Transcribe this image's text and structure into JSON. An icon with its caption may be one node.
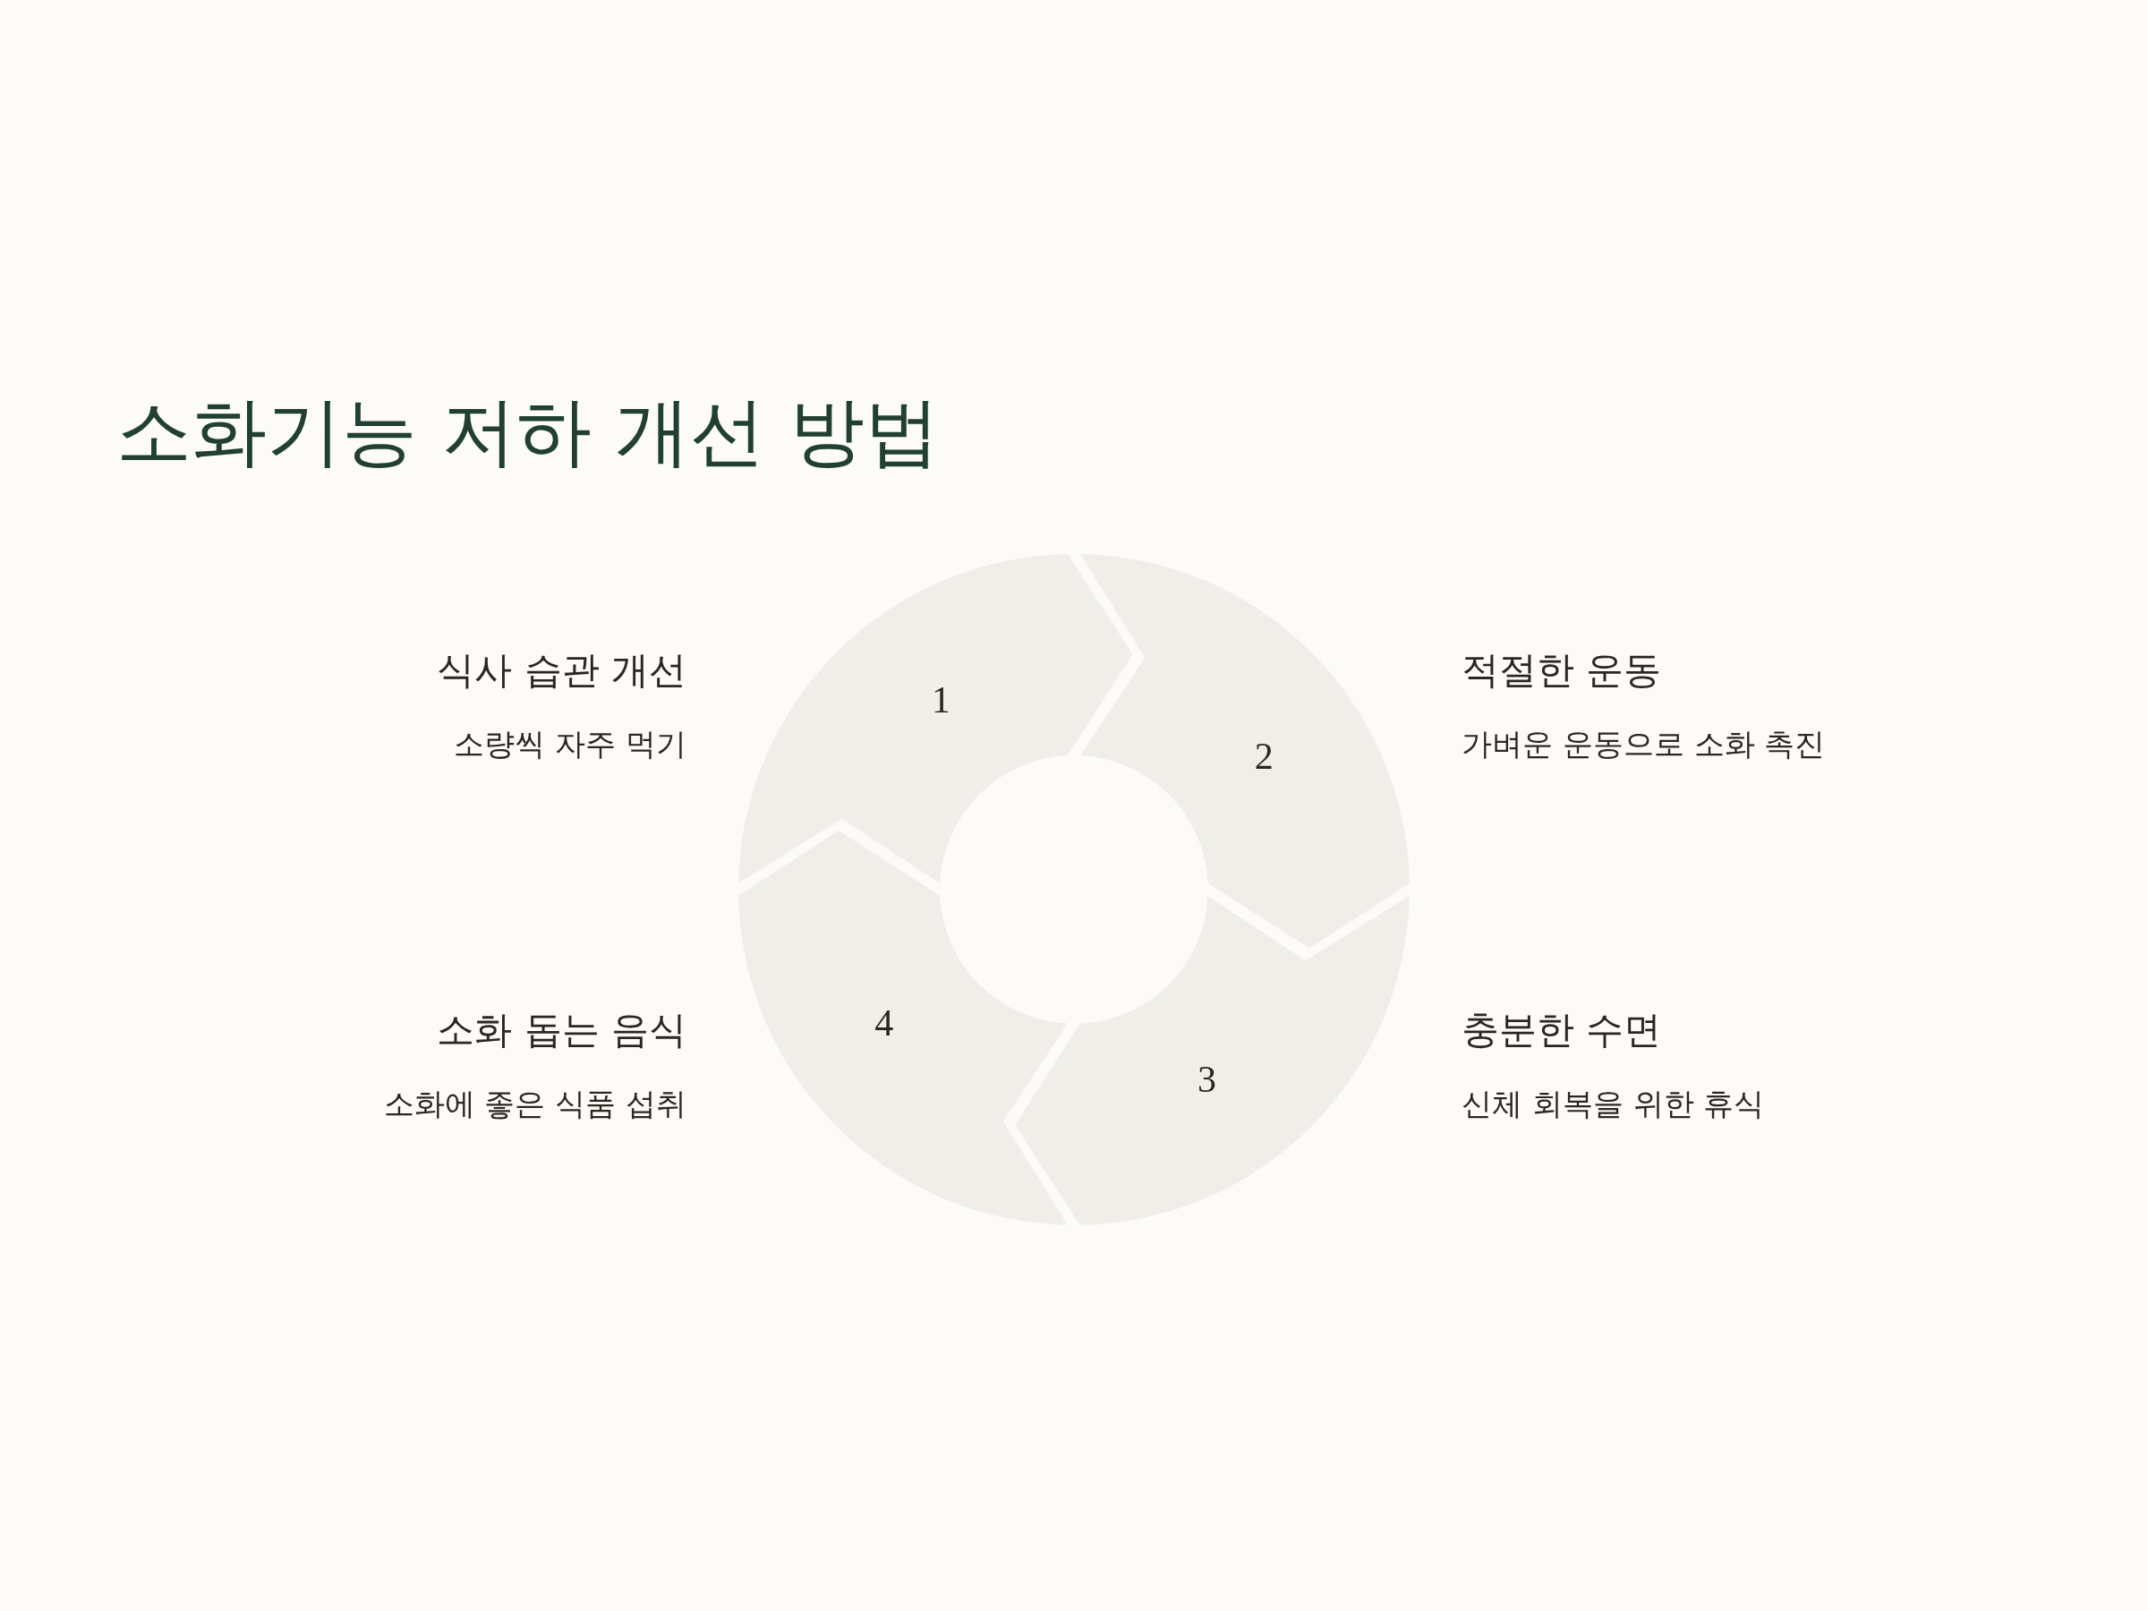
{
  "diagram": {
    "title": "소화기능 저하 개선 방법",
    "nodes": [
      {
        "text": [
          "1"
        ],
        "beside": [
          "식사 습관 개선",
          "소량씩 자주 먹기"
        ]
      },
      {
        "text": [
          "2"
        ],
        "beside": [
          "적절한 운동",
          "가벼운 운동으로 소화 촉진"
        ]
      },
      {
        "text": [
          "3"
        ],
        "beside": [
          "충분한 수면",
          "신체 회복을 위한 휴식"
        ]
      },
      {
        "text": [
          "4"
        ],
        "beside": [
          "소화 돕는 음식",
          "소화에 좋은 식품 섭취"
        ]
      }
    ]
  }
}
